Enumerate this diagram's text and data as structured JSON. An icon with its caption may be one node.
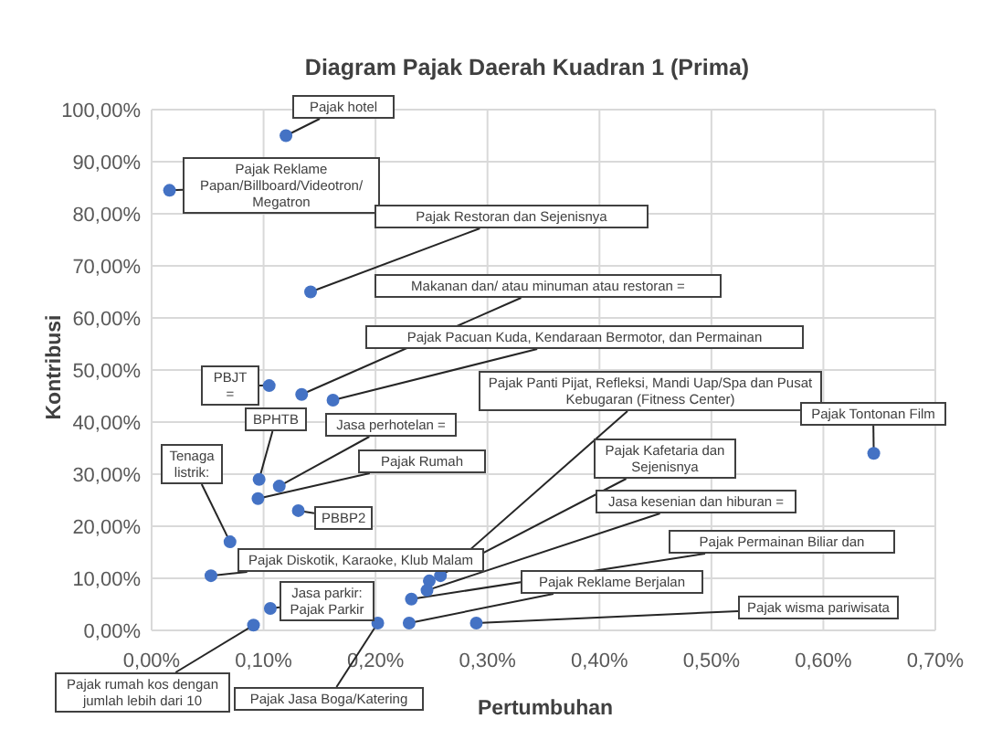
{
  "diagram": {
    "chart_data": {
      "type": "scatter",
      "title": "Diagram Pajak Daerah Kuadran 1 (Prima)",
      "xlabel": "Pertumbuhan",
      "ylabel": "Kontribusi",
      "x": [
        0.12,
        0.016,
        0.142,
        0.134,
        0.162,
        0.105,
        0.096,
        0.114,
        0.095,
        0.131,
        0.07,
        0.053,
        0.106,
        0.091,
        0.202,
        0.258,
        0.248,
        0.246,
        0.232,
        0.23,
        0.29,
        0.645
      ],
      "series": [
        {
          "color": "#4472c4",
          "values": [
            95,
            84.5,
            65,
            45.3,
            44.2,
            47,
            29,
            27.7,
            25.3,
            23,
            17,
            10.5,
            4.2,
            1,
            1.4,
            10.5,
            9.5,
            7.7,
            6,
            1.4,
            1.4,
            34
          ]
        }
      ],
      "xlim": [
        0,
        0.7
      ],
      "ylim": [
        0,
        100
      ],
      "grid": true,
      "xticks": [
        {
          "value": 0,
          "label": "0,00%"
        },
        {
          "value": 0.1,
          "label": "0,10%"
        },
        {
          "value": 0.2,
          "label": "0,20%"
        },
        {
          "value": 0.3,
          "label": "0,30%"
        },
        {
          "value": 0.4,
          "label": "0,40%"
        },
        {
          "value": 0.5,
          "label": "0,50%"
        },
        {
          "value": 0.6,
          "label": "0,60%"
        },
        {
          "value": 0.7,
          "label": "0,70%"
        }
      ],
      "yticks": [
        {
          "value": 0,
          "label": "0,00%"
        },
        {
          "value": 10,
          "label": "10,00%"
        },
        {
          "value": 20,
          "label": "20,00%"
        },
        {
          "value": 30,
          "label": "30,00%"
        },
        {
          "value": 40,
          "label": "40,00%"
        },
        {
          "value": 50,
          "label": "50,00%"
        },
        {
          "value": 60,
          "label": "60,00%"
        },
        {
          "value": 70,
          "label": "70,00%"
        },
        {
          "value": 80,
          "label": "80,00%"
        },
        {
          "value": 90,
          "label": "90,00%"
        },
        {
          "value": 100,
          "label": "100,00%"
        }
      ],
      "annotations": [
        {
          "text": "Pajak hotel",
          "x": 0.12,
          "y": 95
        },
        {
          "text": "Pajak Reklame Papan/Billboard/Videotron/ Megatron",
          "x": 0.016,
          "y": 84.5
        },
        {
          "text": "Pajak Restoran dan Sejenisnya",
          "x": 0.142,
          "y": 65
        },
        {
          "text": "Makanan dan/ atau minuman atau restoran =",
          "x": 0.134,
          "y": 45.3
        },
        {
          "text": "Pajak Pacuan Kuda, Kendaraan Bermotor, dan Permainan",
          "x": 0.162,
          "y": 44.2
        },
        {
          "text": "PBJT =",
          "x": 0.105,
          "y": 47
        },
        {
          "text": "BPHTB",
          "x": 0.096,
          "y": 29
        },
        {
          "text": "Jasa perhotelan =",
          "x": 0.114,
          "y": 27.7
        },
        {
          "text": "Pajak Rumah",
          "x": 0.095,
          "y": 25.3
        },
        {
          "text": "PBBP2",
          "x": 0.131,
          "y": 23
        },
        {
          "text": "Tenaga listrik:",
          "x": 0.07,
          "y": 17
        },
        {
          "text": "Pajak Diskotik, Karaoke, Klub Malam",
          "x": 0.053,
          "y": 10.5
        },
        {
          "text": "Jasa parkir: Pajak Parkir",
          "x": 0.106,
          "y": 4.2
        },
        {
          "text": "Pajak rumah kos dengan jumlah lebih dari 10",
          "x": 0.091,
          "y": 1
        },
        {
          "text": "Pajak Jasa Boga/Katering",
          "x": 0.202,
          "y": 1.4
        },
        {
          "text": "Pajak Panti Pijat, Refleksi, Mandi Uap/Spa dan Pusat Kebugaran (Fitness Center)",
          "x": 0.258,
          "y": 10.5
        },
        {
          "text": "Pajak Kafetaria dan Sejenisnya",
          "x": 0.248,
          "y": 9.5
        },
        {
          "text": "Jasa kesenian dan hiburan =",
          "x": 0.246,
          "y": 7.7
        },
        {
          "text": "Pajak Permainan Biliar dan",
          "x": 0.232,
          "y": 6
        },
        {
          "text": "Pajak Reklame Berjalan",
          "x": 0.23,
          "y": 1.4
        },
        {
          "text": "Pajak wisma pariwisata",
          "x": 0.29,
          "y": 1.4
        },
        {
          "text": "Pajak Tontonan Film",
          "x": 0.645,
          "y": 34
        }
      ]
    }
  }
}
